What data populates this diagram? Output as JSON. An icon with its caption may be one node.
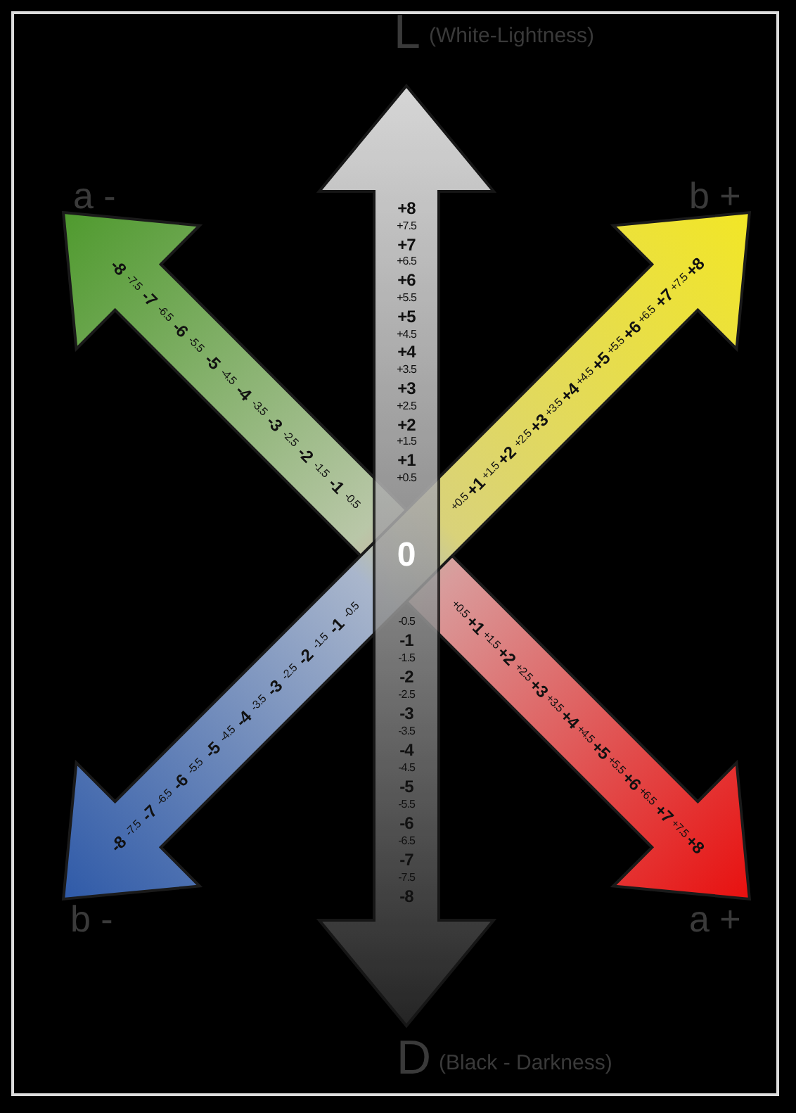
{
  "diagram": {
    "labels": [
      "L",
      "(White-Lightness)",
      "a -",
      "b +",
      "+8",
      "+7.5",
      "+7",
      "+6.5",
      "+6",
      "+5.5",
      "+5",
      "+4.5",
      "+4",
      "+3.5",
      "+3",
      "+2.5",
      "+2",
      "+1.5",
      "+1",
      "+0.5",
      "-8",
      "-7.5",
      "-7",
      "-6.5",
      "-6",
      "-5.5",
      "-5",
      "-4.5",
      "-4",
      "-3.5",
      "-3",
      "-2.5",
      "-2",
      "-1.5",
      "-1",
      "-0.5",
      "+0.5",
      "+1",
      "+1.5",
      "+2",
      "+2.5",
      "+3",
      "+3.5",
      "+4",
      "+4.5",
      "+5",
      "+5.5",
      "+6",
      "+6.5",
      "+7",
      "+7.5",
      "+8",
      "0",
      "-8",
      "-7.5",
      "-7",
      "-6.5",
      "-6",
      "-5.5",
      "-5",
      "-4.5",
      "-4",
      "-3.5",
      "-3",
      "-2.5",
      "-2",
      "-1.5",
      "-1",
      "-0.5",
      "+0.5",
      "+1",
      "+1.5",
      "+2",
      "+2.5",
      "+3",
      "+3.5",
      "+4",
      "+4.5",
      "+5",
      "+5.5",
      "+6",
      "+6.5",
      "+7",
      "+7.5",
      "+8",
      "-0.5",
      "-1",
      "-1.5",
      "-2",
      "-2.5",
      "-3",
      "-3.5",
      "-4",
      "-4.5",
      "-5",
      "-5.5",
      "-6",
      "-6.5",
      "-7",
      "-7.5",
      "-8",
      "b -",
      "a +",
      "D",
      "(Black - Darkness)"
    ]
  }
}
